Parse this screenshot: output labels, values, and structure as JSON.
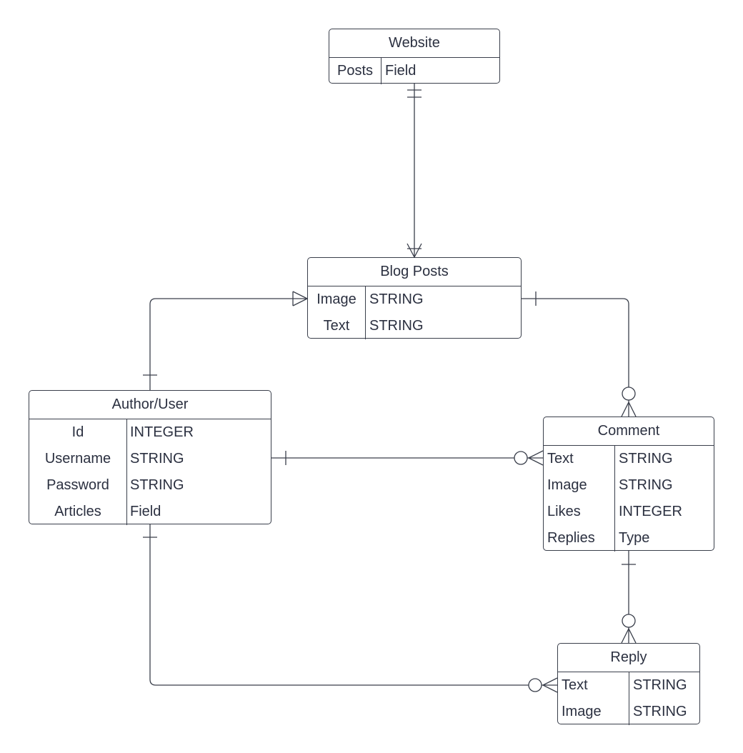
{
  "entities": {
    "website": {
      "title": "Website",
      "rows": [
        {
          "key": "Posts",
          "value": "Field"
        }
      ]
    },
    "blog_posts": {
      "title": "Blog Posts",
      "rows": [
        {
          "key": "Image",
          "value": "STRING"
        },
        {
          "key": "Text",
          "value": "STRING"
        }
      ]
    },
    "author_user": {
      "title": "Author/User",
      "rows": [
        {
          "key": "Id",
          "value": "INTEGER"
        },
        {
          "key": "Username",
          "value": "STRING"
        },
        {
          "key": "Password",
          "value": "STRING"
        },
        {
          "key": "Articles",
          "value": "Field"
        }
      ]
    },
    "comment": {
      "title": "Comment",
      "rows": [
        {
          "key": "Text",
          "value": "STRING"
        },
        {
          "key": "Image",
          "value": "STRING"
        },
        {
          "key": "Likes",
          "value": "INTEGER"
        },
        {
          "key": "Replies",
          "value": "Type"
        }
      ]
    },
    "reply": {
      "title": "Reply",
      "rows": [
        {
          "key": "Text",
          "value": "STRING"
        },
        {
          "key": "Image",
          "value": "STRING"
        }
      ]
    }
  },
  "relationships": [
    {
      "from": "Website",
      "to": "Blog Posts",
      "from_end": "one-and-only-one",
      "to_end": "one-or-many"
    },
    {
      "from": "Author/User",
      "to": "Blog Posts",
      "from_end": "one",
      "to_end": "one-or-many"
    },
    {
      "from": "Blog Posts",
      "to": "Comment",
      "from_end": "one",
      "to_end": "zero-or-many"
    },
    {
      "from": "Author/User",
      "to": "Comment",
      "from_end": "one",
      "to_end": "zero-or-many"
    },
    {
      "from": "Comment",
      "to": "Reply",
      "from_end": "one",
      "to_end": "zero-or-many"
    },
    {
      "from": "Author/User",
      "to": "Reply",
      "from_end": "one",
      "to_end": "zero-or-many"
    }
  ],
  "colors": {
    "line": "#3a3f4b",
    "text": "#2b3040",
    "background": "#ffffff"
  }
}
